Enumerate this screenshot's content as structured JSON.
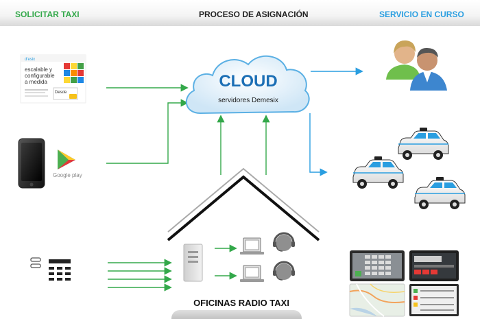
{
  "header": {
    "left_title": "SOLICITAR TAXI",
    "center_title": "PROCESO DE ASIGNACIÓN",
    "right_title": "SERVICIO EN CURSO"
  },
  "colors": {
    "green": "#33a84a",
    "blue": "#2a9ee0",
    "header_center": "#222222",
    "cloud_text": "#1c6fb5"
  },
  "cloud": {
    "title": "CLOUD",
    "subtitle": "servidores Demesix"
  },
  "web_thumbnail": {
    "brand": "d'esix",
    "line1": "escalable y",
    "line2": "configurable",
    "line3": "a medida",
    "badge": "Desde"
  },
  "play_store": {
    "label": "Google play"
  },
  "office": {
    "label": "OFICINAS RADIO TAXI"
  },
  "icons": {
    "monitor": "monitor-icon",
    "phone": "smartphone-icon",
    "play": "google-play-icon",
    "pbx": "pbx-phone-icon",
    "server": "server-icon",
    "laptop": "laptop-icon",
    "headset": "operator-headset-icon",
    "users": "users-icon",
    "taxi": "taxi-icon"
  }
}
